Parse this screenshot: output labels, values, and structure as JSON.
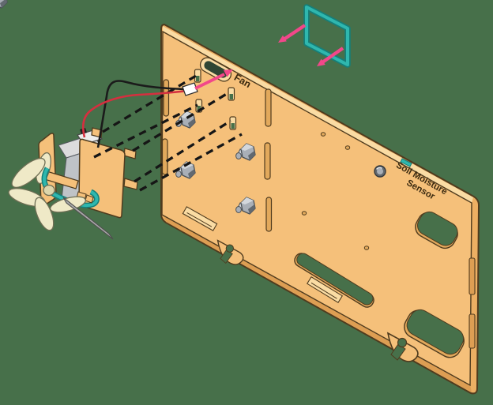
{
  "labels": {
    "fan": "Fan",
    "soil_moisture_line1": "Soil Moisture",
    "soil_moisture_line2": "Sensor"
  },
  "icons": {
    "assembly_direction_arrow": "pink-arrow",
    "wire_insert_arrow": "pink-arrow",
    "sensor_frame": "teal-square-outline"
  },
  "colors": {
    "background": "#47704a",
    "panel_face": "#f5c07a",
    "panel_bevel": "#fadca4",
    "panel_side": "#edaf63",
    "panel_bottom": "#dd9e53",
    "panel_inner": "#e2a95c",
    "outline": "#4f3b1e",
    "hole_shadow": "#2f4634",
    "teal": "#2fb7ae",
    "teal_dark": "#157f79",
    "pink": "#f2478a",
    "dash": "#161616",
    "wire_red": "#d52f3f",
    "wire_black": "#1b1b1b",
    "connector_white": "#ffffff",
    "motor_light": "#dcdcdc",
    "motor_mid": "#bfc3c7",
    "motor_silver": "#ededed",
    "metal": "#a9afb7",
    "metal_dark": "#626970",
    "metal_light": "#d3d7dc",
    "blade": "#efe9c7",
    "blade_outline": "#6e6e54",
    "label_text": "#3b2a10"
  }
}
